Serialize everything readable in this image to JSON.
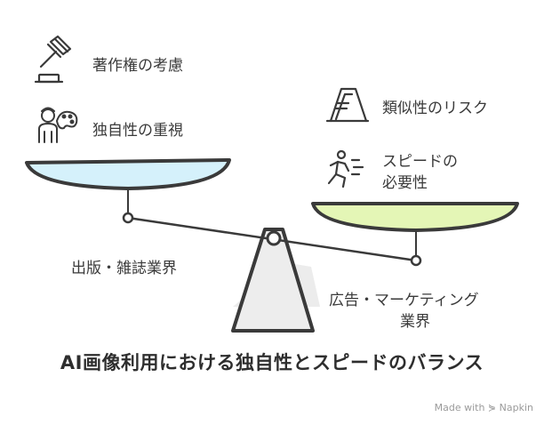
{
  "left_side": {
    "labels": [
      "著作権の考慮",
      "独自性の重視"
    ],
    "base_label": "出版・雑誌業界",
    "icons": [
      "gavel-icon",
      "artist-palette-icon"
    ],
    "pan_color": "#d5f1fb"
  },
  "right_side": {
    "labels": [
      "類似性のリスク",
      "スピードの",
      "必要性"
    ],
    "base_label_lines": [
      "広告・マーケティング",
      "業界"
    ],
    "icons": [
      "sign-board-icon",
      "running-person-icon"
    ],
    "pan_color": "#e4f6b6"
  },
  "title": "AI画像利用における独自性とスピードのバランス",
  "watermark": "Made with ⋟ Napkin"
}
